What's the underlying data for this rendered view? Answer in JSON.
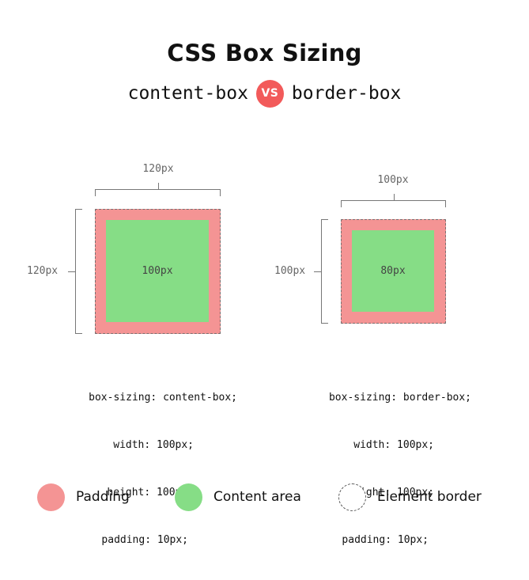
{
  "header": {
    "title": "CSS Box Sizing",
    "left_term": "content-box",
    "vs": "VS",
    "right_term": "border-box"
  },
  "colors": {
    "padding": "#f49494",
    "content": "#86dd86",
    "vs_badge": "#f25a5a",
    "border_dash": "#7a6f6f"
  },
  "left_diagram": {
    "width_label": "120px",
    "height_label": "120px",
    "content_label": "100px",
    "code_lines": [
      "box-sizing: content-box;",
      "width: 100px;",
      "height: 100px;",
      "padding: 10px;"
    ]
  },
  "right_diagram": {
    "width_label": "100px",
    "height_label": "100px",
    "content_label": "80px",
    "code_lines": [
      "box-sizing: border-box;",
      "width: 100px;",
      "height: 100px;",
      "padding: 10px;"
    ]
  },
  "legend": {
    "padding": "Padding",
    "content": "Content area",
    "border": "Element border"
  }
}
